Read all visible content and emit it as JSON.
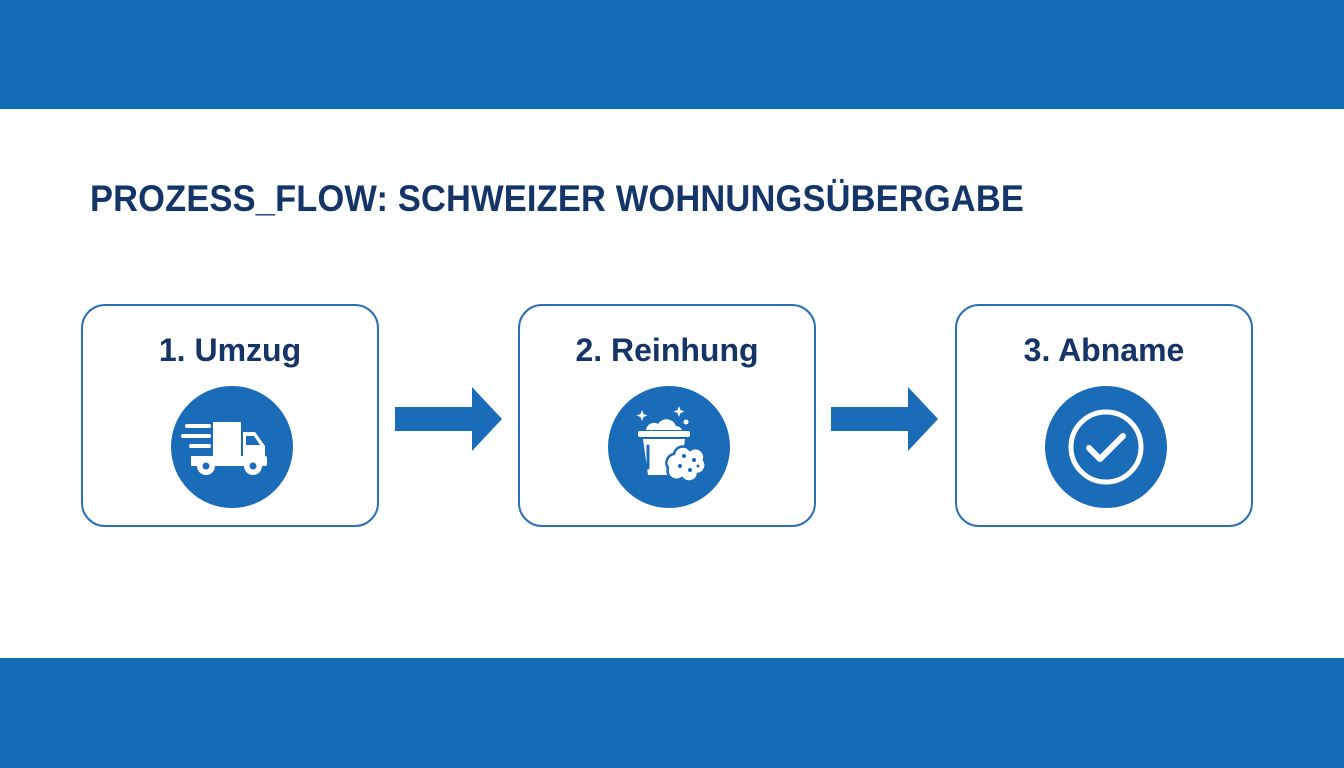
{
  "title": "PROZESS_FLOW: SCHWEIZER WOHNUNGSÜBERGABE",
  "colors": {
    "band": "#146bb5",
    "title": "#153467",
    "border": "#2d6fb4",
    "icon_circle": "#1a6cb8",
    "arrow": "#1a6cb8"
  },
  "steps": [
    {
      "label": "1. Umzug",
      "icon": "moving-truck-icon"
    },
    {
      "label": "2. Reinhung",
      "icon": "cleaning-bucket-icon"
    },
    {
      "label": "3. Abname",
      "icon": "check-circle-icon"
    }
  ],
  "arrows": [
    {
      "icon": "arrow-right-icon"
    },
    {
      "icon": "arrow-right-icon"
    }
  ]
}
